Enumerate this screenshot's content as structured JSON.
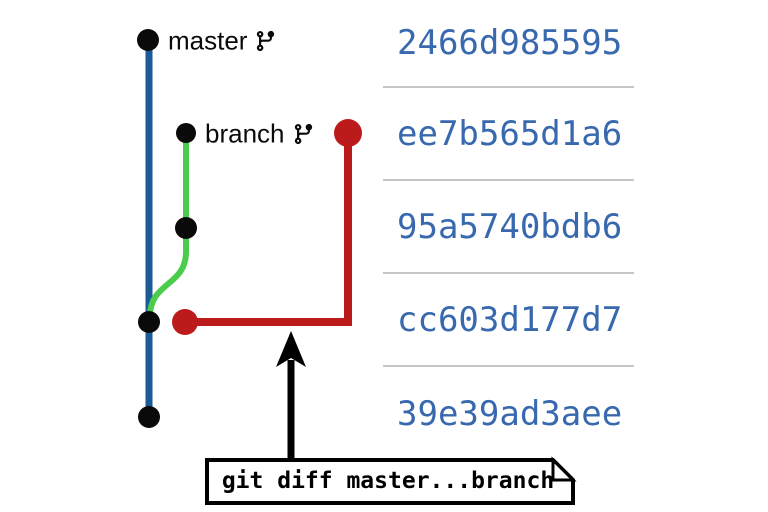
{
  "colors": {
    "master-line": "#1a5a96",
    "branch-line": "#4ccc4c",
    "diff-line": "#bb1b1b",
    "node": "#0a0a0a",
    "hash-text": "#3868ae",
    "separator": "#c6c6c6",
    "callout-border": "#000000",
    "callout-bg": "#ffffff"
  },
  "branches": [
    {
      "label": "master",
      "icon": "git-branch-icon"
    },
    {
      "label": "branch",
      "icon": "git-branch-icon"
    }
  ],
  "commits": [
    "2466d985595",
    "ee7b565d1a6",
    "95a5740bdb6",
    "cc603d177d7",
    "39e39ad3aee"
  ],
  "callout": {
    "command": "git diff master...branch"
  }
}
